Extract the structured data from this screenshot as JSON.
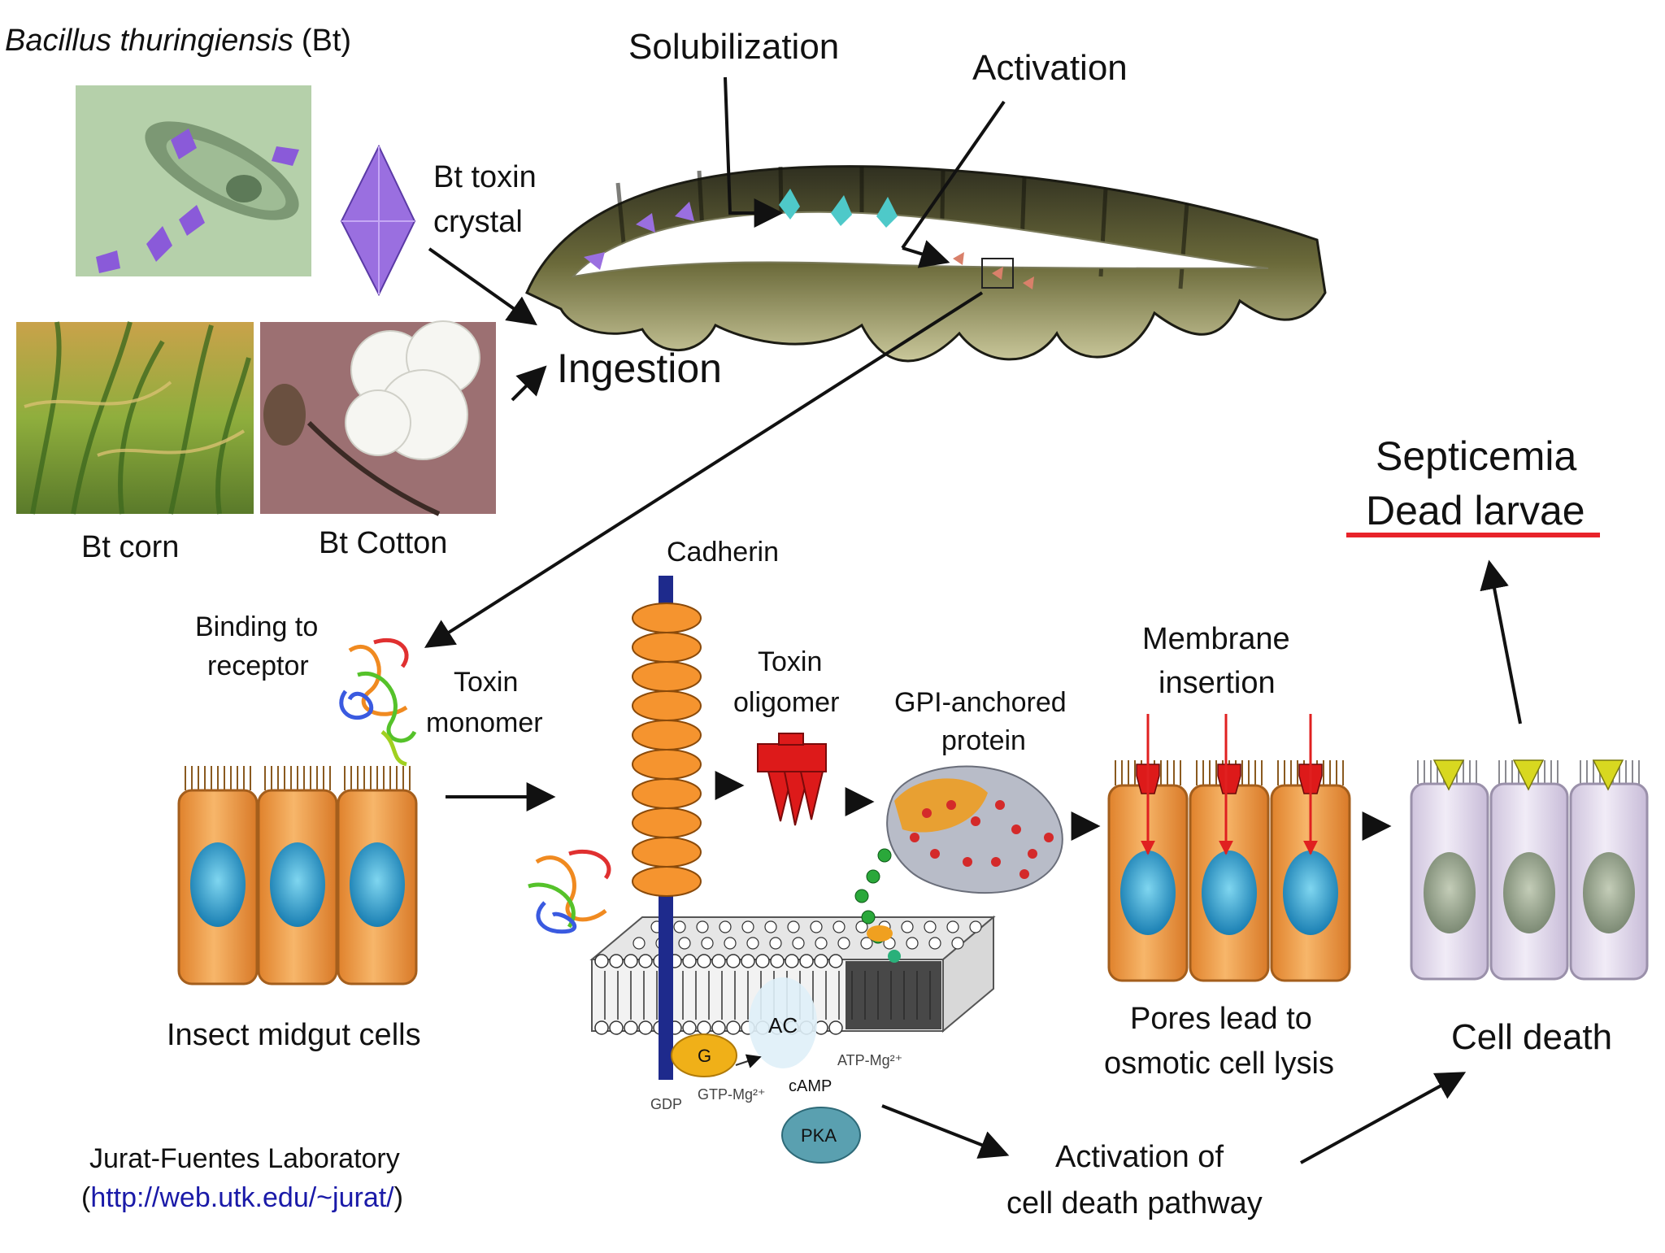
{
  "labels": {
    "species_italic": "Bacillus thuringiensis",
    "species_abbrev": "(Bt)",
    "bt_toxin_line1": "Bt toxin",
    "bt_toxin_line2": "crystal",
    "bt_corn": "Bt corn",
    "bt_cotton": "Bt Cotton",
    "ingestion": "Ingestion",
    "solubilization": "Solubilization",
    "activation": "Activation",
    "binding_line1": "Binding to",
    "binding_line2": "receptor",
    "toxin_monomer_line1": "Toxin",
    "toxin_monomer_line2": "monomer",
    "cadherin": "Cadherin",
    "toxin_oligomer_line1": "Toxin",
    "toxin_oligomer_line2": "oligomer",
    "gpi_line1": "GPI-anchored",
    "gpi_line2": "protein",
    "membrane_line1": "Membrane",
    "membrane_line2": "insertion",
    "insect_midgut": "Insect midgut cells",
    "pores_line1": "Pores lead to",
    "pores_line2": "osmotic cell lysis",
    "cell_death": "Cell death",
    "septicemia": "Septicemia",
    "dead_larvae": "Dead larvae",
    "activation_of": "Activation of",
    "cell_death_pathway": "cell death pathway",
    "lab_name": "Jurat-Fuentes Laboratory",
    "lab_open_paren": "(",
    "lab_url": "http://web.utk.edu/~jurat/",
    "lab_close_paren": ")",
    "sig_g": "G",
    "sig_ac": "AC",
    "sig_gdp": "GDP",
    "sig_gtp": "GTP-Mg²⁺",
    "sig_atp": "ATP-Mg²⁺",
    "sig_camp": "cAMP",
    "sig_pka": "PKA"
  },
  "colors": {
    "crystal_purple": "#9a6fe0",
    "toxin_cyan": "#4ec9c9",
    "activated_toxin": "#d9806a",
    "cell_orange": "#f2a24e",
    "dead_cell": "#e4dcef",
    "nucleus_blue": "#2f9fd0",
    "nucleus_dead": "#9aa892",
    "cadherin_orange": "#f5942f",
    "oligomer_red": "#dd1a1a",
    "underline_red": "#e8232a",
    "link_blue": "#1a1aa8"
  }
}
